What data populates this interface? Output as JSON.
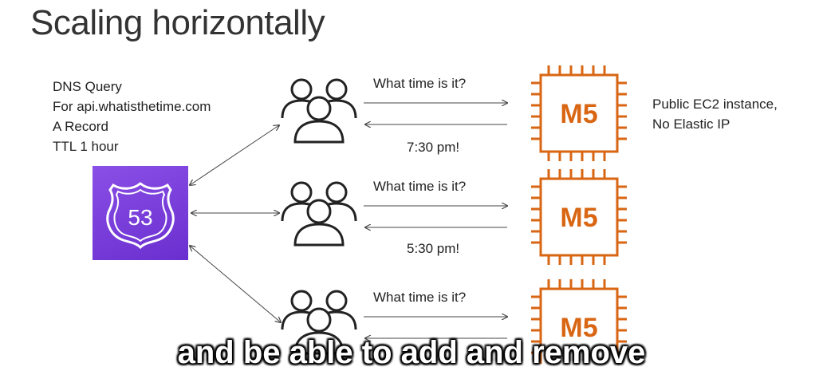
{
  "slide": {
    "title": "Scaling horizontally",
    "title_partial": "Stateless Web App",
    "caption": "and be able to add and remove"
  },
  "dns": {
    "lines": [
      "DNS Query",
      "For api.whatisthetime.com",
      "A Record",
      "TTL 1 hour"
    ]
  },
  "route53": {
    "label": "53",
    "icon": "route53-shield-icon",
    "color": "#7a3fdc"
  },
  "ec2_note": {
    "lines": [
      "Public EC2 instance,",
      "No Elastic IP"
    ]
  },
  "rows": [
    {
      "question": "What time is it?",
      "answer": "7:30 pm!",
      "instance": "M5"
    },
    {
      "question": "What time is it?",
      "answer": "5:30 pm!",
      "instance": "M5"
    },
    {
      "question": "What time is it?",
      "answer": "",
      "instance": "M5"
    }
  ],
  "colors": {
    "ec2": "#d86613",
    "route53": "#7a3fdc",
    "text": "#222222"
  }
}
